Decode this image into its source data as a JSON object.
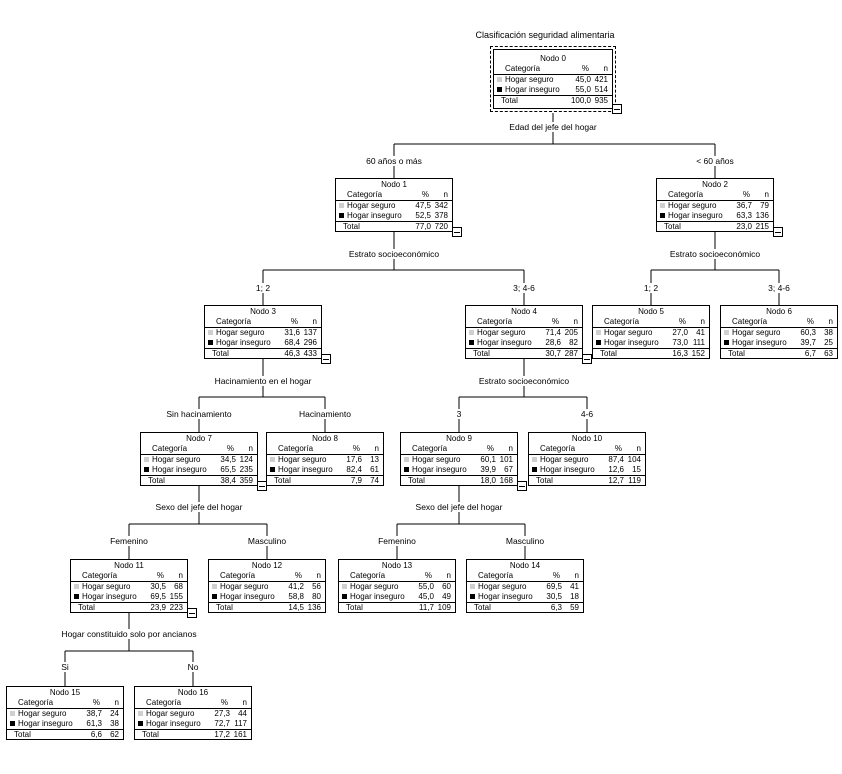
{
  "title": "Clasificación seguridad alimentaria",
  "header": {
    "categoria": "Categoría",
    "pct": "%",
    "n": "n"
  },
  "categories": {
    "seguro": "Hogar seguro",
    "inseguro": "Hogar inseguro",
    "total": "Total"
  },
  "colors": {
    "seguro": "#cfcfcf",
    "inseguro": "#000000"
  },
  "nodes": {
    "n0": {
      "title": "Nodo 0",
      "seguro_pct": "45,0",
      "seguro_n": "421",
      "inseguro_pct": "55,0",
      "inseguro_n": "514",
      "total_pct": "100,0",
      "total_n": "935"
    },
    "n1": {
      "title": "Nodo 1",
      "seguro_pct": "47,5",
      "seguro_n": "342",
      "inseguro_pct": "52,5",
      "inseguro_n": "378",
      "total_pct": "77,0",
      "total_n": "720"
    },
    "n2": {
      "title": "Nodo 2",
      "seguro_pct": "36,7",
      "seguro_n": "79",
      "inseguro_pct": "63,3",
      "inseguro_n": "136",
      "total_pct": "23,0",
      "total_n": "215"
    },
    "n3": {
      "title": "Nodo 3",
      "seguro_pct": "31,6",
      "seguro_n": "137",
      "inseguro_pct": "68,4",
      "inseguro_n": "296",
      "total_pct": "46,3",
      "total_n": "433"
    },
    "n4": {
      "title": "Nodo 4",
      "seguro_pct": "71,4",
      "seguro_n": "205",
      "inseguro_pct": "28,6",
      "inseguro_n": "82",
      "total_pct": "30,7",
      "total_n": "287"
    },
    "n5": {
      "title": "Nodo 5",
      "seguro_pct": "27,0",
      "seguro_n": "41",
      "inseguro_pct": "73,0",
      "inseguro_n": "111",
      "total_pct": "16,3",
      "total_n": "152"
    },
    "n6": {
      "title": "Nodo 6",
      "seguro_pct": "60,3",
      "seguro_n": "38",
      "inseguro_pct": "39,7",
      "inseguro_n": "25",
      "total_pct": "6,7",
      "total_n": "63"
    },
    "n7": {
      "title": "Nodo 7",
      "seguro_pct": "34,5",
      "seguro_n": "124",
      "inseguro_pct": "65,5",
      "inseguro_n": "235",
      "total_pct": "38,4",
      "total_n": "359"
    },
    "n8": {
      "title": "Nodo 8",
      "seguro_pct": "17,6",
      "seguro_n": "13",
      "inseguro_pct": "82,4",
      "inseguro_n": "61",
      "total_pct": "7,9",
      "total_n": "74"
    },
    "n9": {
      "title": "Nodo 9",
      "seguro_pct": "60,1",
      "seguro_n": "101",
      "inseguro_pct": "39,9",
      "inseguro_n": "67",
      "total_pct": "18,0",
      "total_n": "168"
    },
    "n10": {
      "title": "Nodo 10",
      "seguro_pct": "87,4",
      "seguro_n": "104",
      "inseguro_pct": "12,6",
      "inseguro_n": "15",
      "total_pct": "12,7",
      "total_n": "119"
    },
    "n11": {
      "title": "Nodo 11",
      "seguro_pct": "30,5",
      "seguro_n": "68",
      "inseguro_pct": "69,5",
      "inseguro_n": "155",
      "total_pct": "23,9",
      "total_n": "223"
    },
    "n12": {
      "title": "Nodo 12",
      "seguro_pct": "41,2",
      "seguro_n": "56",
      "inseguro_pct": "58,8",
      "inseguro_n": "80",
      "total_pct": "14,5",
      "total_n": "136"
    },
    "n13": {
      "title": "Nodo 13",
      "seguro_pct": "55,0",
      "seguro_n": "60",
      "inseguro_pct": "45,0",
      "inseguro_n": "49",
      "total_pct": "11,7",
      "total_n": "109"
    },
    "n14": {
      "title": "Nodo 14",
      "seguro_pct": "69,5",
      "seguro_n": "41",
      "inseguro_pct": "30,5",
      "inseguro_n": "18",
      "total_pct": "6,3",
      "total_n": "59"
    },
    "n15": {
      "title": "Nodo 15",
      "seguro_pct": "38,7",
      "seguro_n": "24",
      "inseguro_pct": "61,3",
      "inseguro_n": "38",
      "total_pct": "6,6",
      "total_n": "62"
    },
    "n16": {
      "title": "Nodo 16",
      "seguro_pct": "27,3",
      "seguro_n": "44",
      "inseguro_pct": "72,7",
      "inseguro_n": "117",
      "total_pct": "17,2",
      "total_n": "161"
    }
  },
  "splits": {
    "s0": "Edad del jefe del hogar",
    "s1": "Estrato socioeconómico",
    "s2": "Estrato socioeconómico",
    "s3": "Hacinamiento en el hogar",
    "s4": "Estrato socioeconómico",
    "s7": "Sexo del jefe del hogar",
    "s9": "Sexo del jefe del hogar",
    "s11": "Hogar constituido solo por ancianos"
  },
  "branches": {
    "b1": "60 años o más",
    "b2": "< 60 años",
    "b3": "1; 2",
    "b4": "3; 4-6",
    "b5": "1; 2",
    "b6": "3; 4-6",
    "b7": "Sin hacinamiento",
    "b8": "Hacinamiento",
    "b9": "3",
    "b10": "4-6",
    "b11": "Femenino",
    "b12": "Masculino",
    "b13": "Femenino",
    "b14": "Masculino",
    "b15": "Si",
    "b16": "No"
  }
}
